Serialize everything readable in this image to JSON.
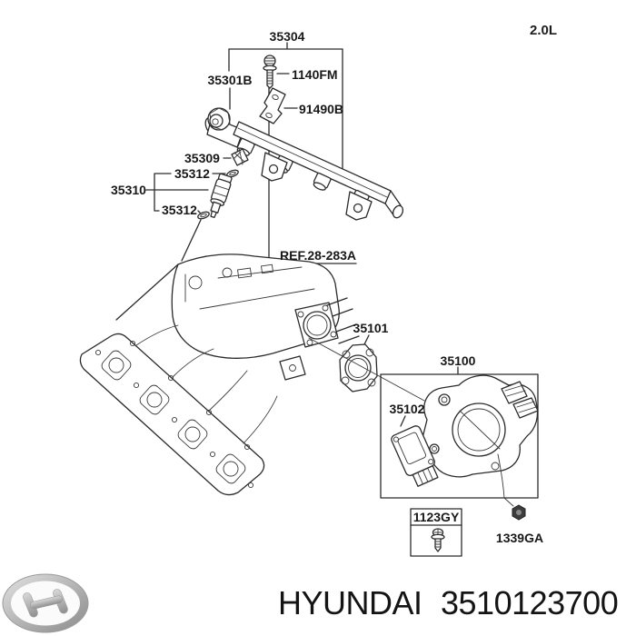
{
  "page": {
    "background": "#ffffff",
    "line_color": "#2b2b2b",
    "label_color": "#181818"
  },
  "engine": {
    "variant_label": "2.0L"
  },
  "diagram": {
    "fuel_rail_box_label": "35304",
    "pressure_regulator_label": "35301B",
    "rail_bolt_label": "1140FM",
    "rail_bracket_label": "91490B",
    "injector_clip_label": "35309",
    "oring_upper_label": "35312",
    "injector_assembly_label": "35310",
    "oring_lower_label": "35312",
    "manifold_ref_label": "REF.28-283A",
    "throttle_gasket_label": "35101",
    "throttle_body_box_label": "35100",
    "throttle_sensor_label": "35102",
    "screw_box_label": "1123GY",
    "nut_label": "1339GA"
  },
  "footer": {
    "brand": "HYUNDAI",
    "part_number": "3510123700",
    "logo_name": "hyundai-logo",
    "logo_ring_color": "#a9a9a9",
    "logo_fill_color": "#c6c6c6"
  }
}
